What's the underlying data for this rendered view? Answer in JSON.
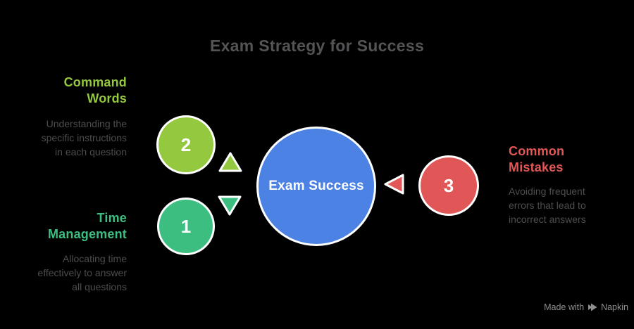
{
  "title": "Exam Strategy for Success",
  "center": {
    "label": "Exam Success",
    "color": "#4B82E4"
  },
  "nodes": [
    {
      "number": "1",
      "heading": "Time\nManagement",
      "description": "Allocating time\neffectively to answer\nall questions",
      "color": "#3DBE81"
    },
    {
      "number": "2",
      "heading": "Command\nWords",
      "description": "Understanding the\nspecific instructions\nin each question",
      "color": "#94C83F"
    },
    {
      "number": "3",
      "heading": "Common\nMistakes",
      "description": "Avoiding frequent\nerrors that lead to\nincorrect answers",
      "color": "#E15656"
    }
  ],
  "arrows": [
    {
      "name": "arrow-up",
      "color": "#94C83F"
    },
    {
      "name": "arrow-down",
      "color": "#3DBE81"
    },
    {
      "name": "arrow-left",
      "color": "#E15656"
    }
  ],
  "watermark": {
    "text": "Made with",
    "brand": "Napkin",
    "color": "#8E8E90"
  },
  "colors": {
    "background": "#000000",
    "title_text": "#545456",
    "body_text": "#4D4D4F",
    "circle_outline": "#FFFFFF",
    "circle_number_text": "#FFFFFF"
  }
}
